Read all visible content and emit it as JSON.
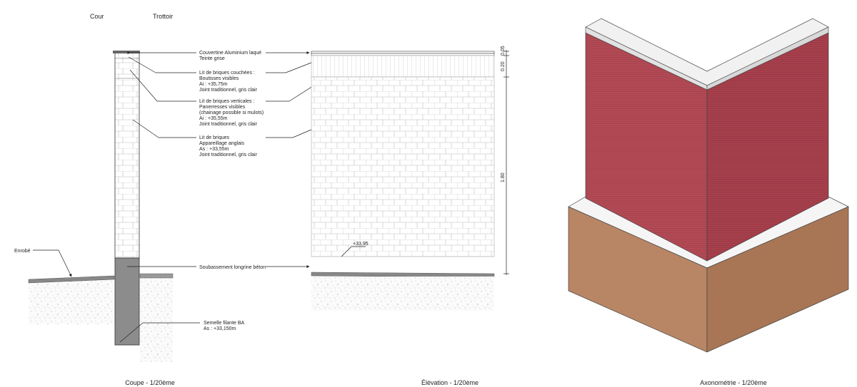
{
  "section": {
    "headers": {
      "left": "Cour",
      "right": "Trottoir"
    },
    "caption": "Coupe - 1/20ème",
    "annotations": [
      {
        "id": "couvertine",
        "lines": [
          "Couvertine Aluminium laqué",
          "Teinte grise"
        ]
      },
      {
        "id": "couchees",
        "lines": [
          "Lit de briques couchées :",
          "Boutisses visibles",
          "Ai : +35,75m",
          "Joint traditionnel, gris clair"
        ]
      },
      {
        "id": "verticales",
        "lines": [
          "Lit de briques verticales :",
          "Panerresses visibles",
          "(chainage possible si mulots)",
          "Ai : +35,55m",
          "Joint traditionnel, gris clair"
        ]
      },
      {
        "id": "briques",
        "lines": [
          "Lit de briques",
          "Appareillage anglais",
          "As : +33,55m",
          "Joint traditionnel, gris clair"
        ]
      },
      {
        "id": "soubassement",
        "lines": [
          "Soubassement longrine béton"
        ]
      },
      {
        "id": "semelle",
        "lines": [
          "Semelle filante BA",
          "As : +33,150m"
        ]
      }
    ],
    "enrobe_label": "Enrobé"
  },
  "elevation": {
    "caption": "Élévation - 1/20ème",
    "level_mark": "+33,95",
    "dimensions": [
      "0.05",
      "0.20",
      "1.80"
    ]
  },
  "axonometry": {
    "caption": "Axonométrie - 1/20ème",
    "colors": {
      "brick": "#b24a55",
      "brick_dark": "#9a3d48",
      "base": "#b98665",
      "base_dark": "#a87655",
      "coping": "#f1f1f1"
    }
  }
}
